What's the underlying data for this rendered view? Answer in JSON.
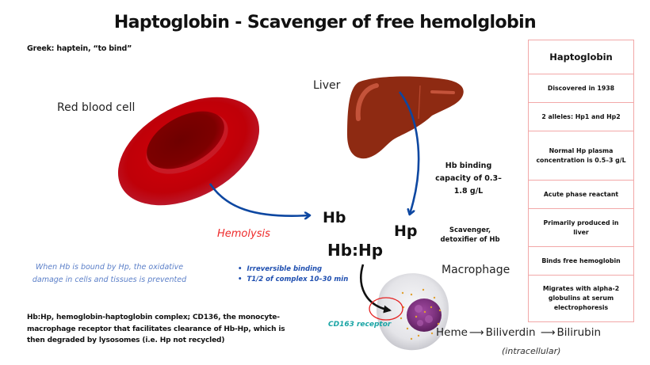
{
  "title": "Haptoglobin - Scavenger of free hemolglobin",
  "etymology": "Greek: haptein, “to bind”",
  "labels": {
    "red_blood_cell": "Red blood cell",
    "liver": "Liver",
    "macrophage": "Macrophage",
    "hemolysis": "Hemolysis",
    "hb": "Hb",
    "hp": "Hp",
    "hb_hp": "Hb:Hp",
    "binding_capacity": "Hb binding capacity of 0.3–1.8 g/L",
    "scavenger": "Scavenger, detoxifier of Hb",
    "cd163_receptor": "CD163 receptor",
    "intracellular": "(intracellular)"
  },
  "oxidative_note": "When Hb is bound by Hp, the oxidative damage in cells and tissues is prevented",
  "complex_bullets": [
    "Irreversible binding",
    "T1/2 of complex 10–30 min"
  ],
  "footnote": "Hb:Hp, hemoglobin-haptoglobin complex; CD136, the monocyte-macrophage receptor that facilitates clearance of Hb-Hp, which is then degraded by lysosomes (i.e. Hp not recycled)",
  "pathway": {
    "steps": [
      "Heme",
      "Biliverdin",
      "Bilirubin"
    ],
    "arrow": "⟶"
  },
  "info_table": {
    "header": "Haptoglobin",
    "rows": [
      "Discovered in 1938",
      "2 alleles: Hp1 and Hp2",
      "Normal Hp plasma concentration is 0.5–3 g/L",
      "Acute phase reactant",
      "Primarily produced in liver",
      "Binds free hemoglobin",
      "Migrates with alpha-2 globulins at serum electrophoresis"
    ]
  },
  "icons": {
    "red_blood_cell": "red-blood-cell-illustration",
    "liver": "liver-illustration",
    "macrophage": "macrophage-illustration",
    "flow_arrows": "curved-arrow"
  },
  "colors": {
    "arrow_blue": "#0d47a1",
    "hemolysis_red": "#ee2a2a",
    "rbc_red": "#c00008",
    "liver_brown": "#8e2a12",
    "table_border": "#f2a8a8",
    "cd163_teal": "#1aa5a5",
    "note_blue": "#5b7fc8",
    "bullet_blue": "#1f4fb0",
    "nucleus_purple": "#7a2f7a"
  }
}
